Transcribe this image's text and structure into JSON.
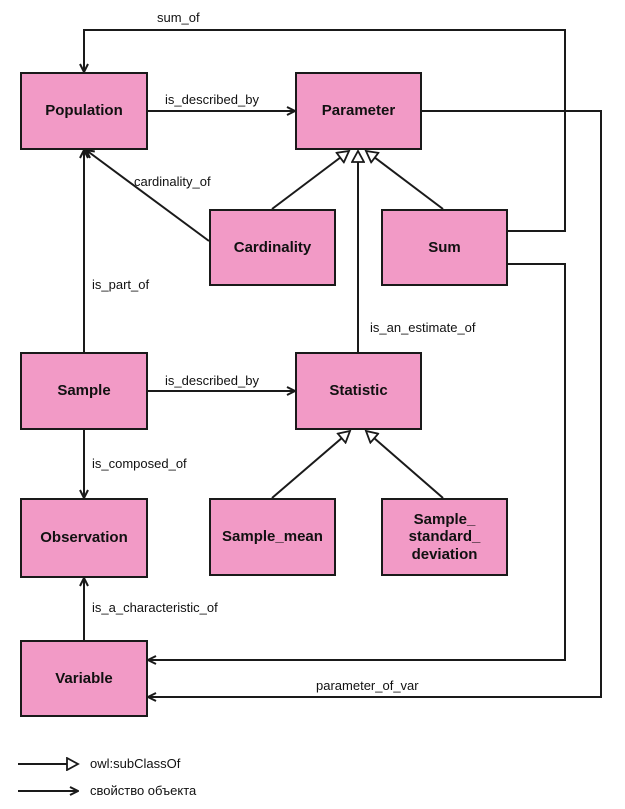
{
  "nodes": {
    "population": "Population",
    "parameter": "Parameter",
    "cardinality": "Cardinality",
    "sum": "Sum",
    "sample": "Sample",
    "statistic": "Statistic",
    "observation": "Observation",
    "sample_mean": "Sample_mean",
    "sample_sd": "Sample_ standard_ deviation",
    "variable": "Variable"
  },
  "edges": {
    "sum_of": "sum_of",
    "pop_described_by": "is_described_by",
    "cardinality_of": "cardinality_of",
    "is_part_of": "is_part_of",
    "is_an_estimate_of": "is_an_estimate_of",
    "sample_described_by": "is_described_by",
    "is_composed_of": "is_composed_of",
    "is_a_characteristic_of": "is_a_characteristic_of",
    "parameter_of_var": "parameter_of_var"
  },
  "legend": {
    "subclass": "owl:subClassOf",
    "property": "свойство объекта"
  },
  "colors": {
    "node_fill": "#f29ac6",
    "line": "#1a1a1a"
  }
}
